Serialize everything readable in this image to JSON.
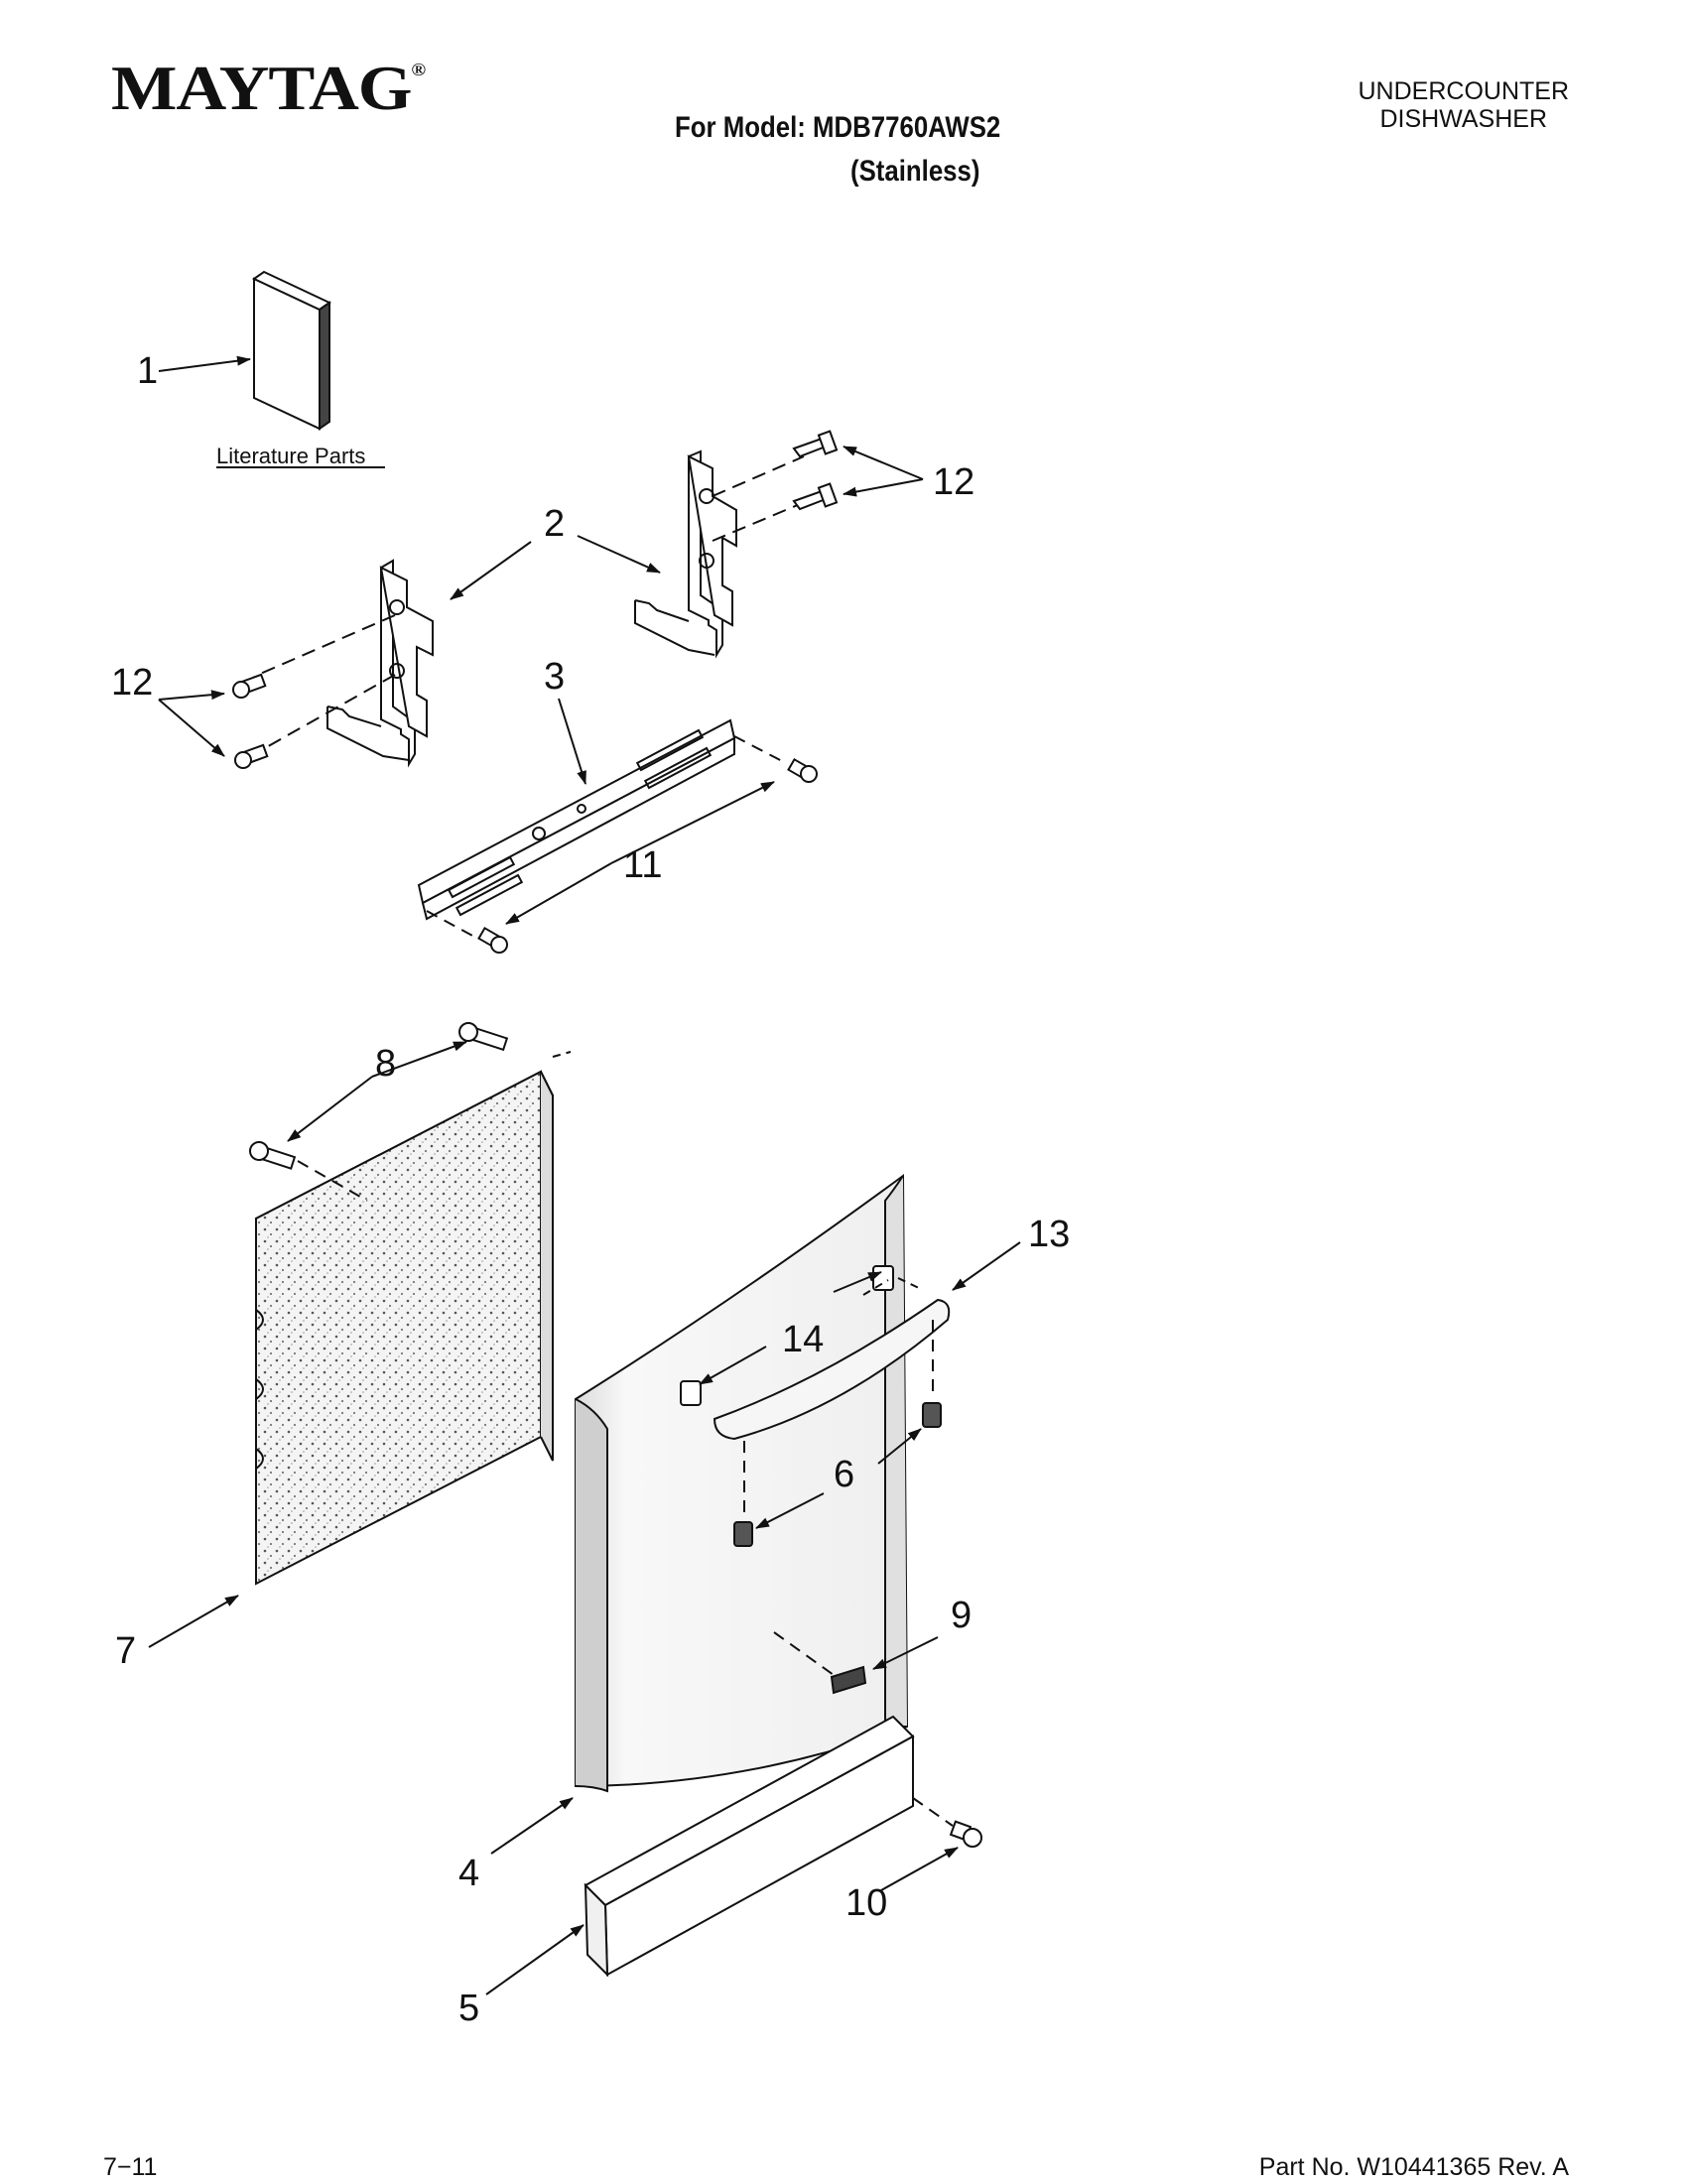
{
  "header": {
    "brand": "MAYTAG",
    "brand_mark": "®",
    "model_line": "For Model: MDB7760AWS2",
    "finish_line": "(Stainless)",
    "product_type_line1": "UNDERCOUNTER",
    "product_type_line2": "DISHWASHER"
  },
  "diagram": {
    "literature_label": "Literature Parts",
    "callouts": [
      "1",
      "2",
      "3",
      "4",
      "5",
      "6",
      "7",
      "8",
      "9",
      "10",
      "11",
      "12",
      "12",
      "13",
      "14"
    ]
  },
  "footer": {
    "date_code": "7−11",
    "part_number": "Part No. W10441365 Rev. A"
  }
}
